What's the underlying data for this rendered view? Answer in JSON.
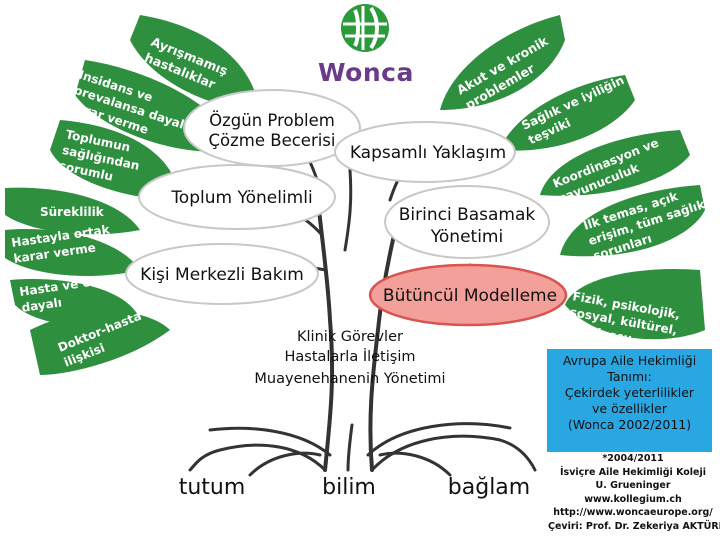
{
  "logo": {
    "word": "Wonca",
    "icon": "wonca-globe-icon",
    "green": "#2a9a3a",
    "purple": "#6b3b8a"
  },
  "colors": {
    "leaf": "#2e8f3e",
    "leaf_dark": "#1e6e2c",
    "oval_fill": "#ffffff",
    "highlight_fill": "#f4a09a",
    "highlight_stroke": "#d9534f",
    "info_box": "#29a7e3",
    "tree": "#333333"
  },
  "left_leaves": [
    {
      "lines": [
        "Ayrışmamış",
        "hastalıklar"
      ]
    },
    {
      "lines": [
        "Insidans ve",
        "prevalansa dayalı",
        "karar verme"
      ]
    },
    {
      "lines": [
        "Toplumun",
        "sağlığından",
        "sorumlu"
      ]
    },
    {
      "lines": [
        "Süreklilik"
      ]
    },
    {
      "lines": [
        "Hastayla ortak",
        "karar verme"
      ]
    },
    {
      "lines": [
        "Hasta ve ortama",
        "dayalı"
      ]
    },
    {
      "lines": [
        "Doktor-hasta",
        "ilişkisi"
      ]
    }
  ],
  "right_leaves": [
    {
      "lines": [
        "Akut ve kronik",
        "problemler"
      ]
    },
    {
      "lines": [
        "Sağlık ve iyiliğin",
        "teşviki"
      ]
    },
    {
      "lines": [
        "Koordinasyon ve",
        "savunuculuk"
      ]
    },
    {
      "lines": [
        "İlk temas, açık",
        "erişim, tüm sağlık",
        "sorunları"
      ]
    },
    {
      "lines": [
        "Fizik, psikolojik,",
        "sosyal, kültürel,",
        "varoluşçu"
      ]
    }
  ],
  "ovals": {
    "problem": [
      "Özgün Problem",
      "Çözme Becerisi"
    ],
    "comprehensive": [
      "Kapsamlı Yaklaşım"
    ],
    "community": [
      "Toplum Yönelimli"
    ],
    "primary": [
      "Birinci Basamak",
      "Yönetimi"
    ],
    "person": [
      "Kişi Merkezli Bakım"
    ],
    "holistic": [
      "Bütüncül Modelleme"
    ]
  },
  "trunk_text": [
    "Klinik Görevler",
    "Hastalarla İletişim",
    "Muayenehanenin Yönetimi"
  ],
  "roots": [
    "tutum",
    "bilim",
    "bağlam"
  ],
  "info_box": [
    "Avrupa Aile Hekimliği",
    "Tanımı:",
    "Çekirdek yeterlilikler",
    "ve özellikler",
    "(Wonca 2002/2011)"
  ],
  "credits": [
    "*2004/2011",
    "İsviçre Aile Hekimliği Koleji",
    "U. Grueninger",
    "www.kollegium.ch",
    "http://www.woncaeurope.org/",
    "Çeviri: Prof. Dr. Zekeriya AKTÜRK"
  ]
}
